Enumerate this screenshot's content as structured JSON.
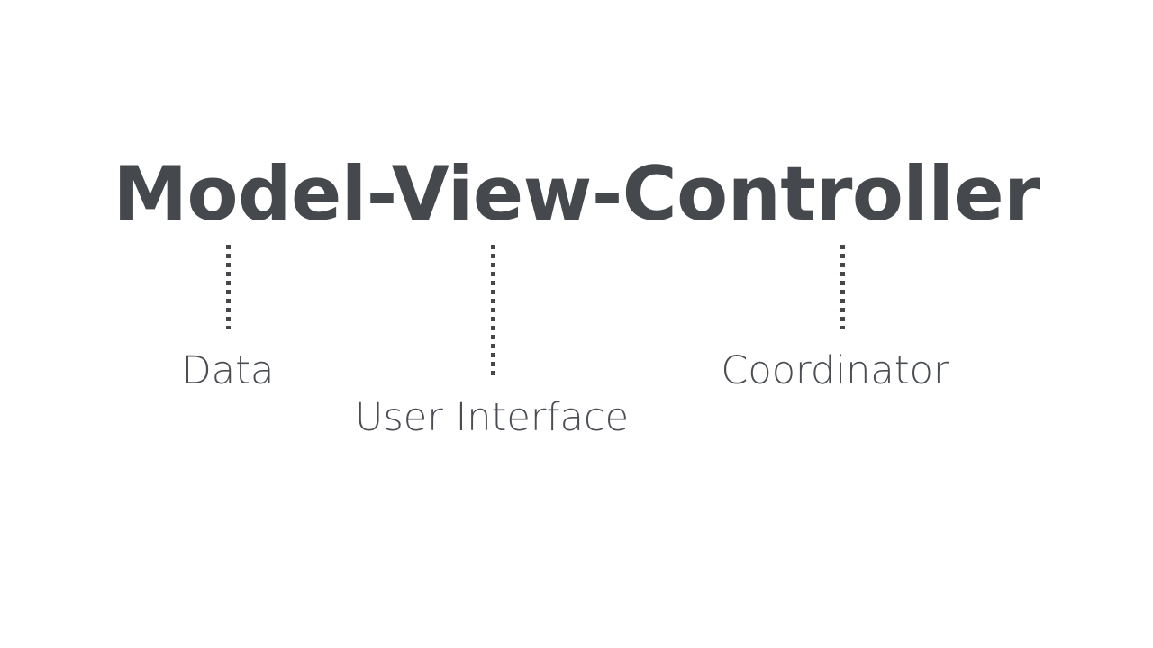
{
  "slide": {
    "background_color": "#ffffff",
    "title": "Model-View-Controller",
    "title_color": "#45484c",
    "label_color": "#4a4d52",
    "connector_color": "#44474b"
  },
  "components": [
    {
      "key": "model",
      "term": "Model",
      "label": "Data",
      "connector": "dotted-vertical-line"
    },
    {
      "key": "view",
      "term": "View",
      "label": "User Interface",
      "connector": "dotted-vertical-line"
    },
    {
      "key": "controller",
      "term": "Controller",
      "label": "Coordinator",
      "connector": "dotted-vertical-line"
    }
  ]
}
